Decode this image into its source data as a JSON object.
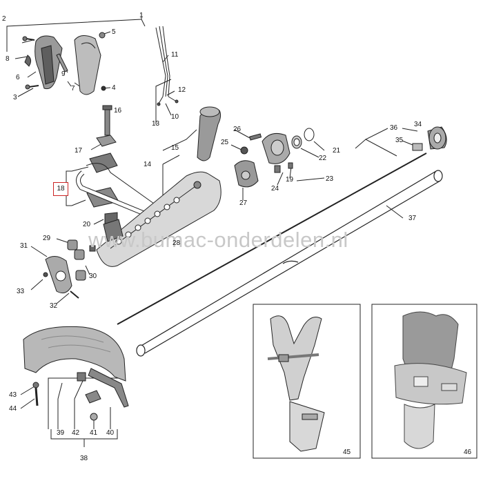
{
  "watermark": "www.bumac-onderdelen.nl",
  "highlight_label": "18",
  "labels": {
    "l1": "1",
    "l2": "2",
    "l3": "3",
    "l4": "4",
    "l5": "5",
    "l6": "6",
    "l7": "7",
    "l8": "8",
    "l9": "9",
    "l10": "10",
    "l11": "11",
    "l12": "12",
    "l13": "13",
    "l14": "14",
    "l15": "15",
    "l16": "16",
    "l17": "17",
    "l19": "19",
    "l20": "20",
    "l21": "21",
    "l22": "22",
    "l23": "23",
    "l24": "24",
    "l25": "25",
    "l26": "26",
    "l27": "27",
    "l28": "28",
    "l29": "29",
    "l30": "30",
    "l31": "31",
    "l32": "32",
    "l33": "33",
    "l34": "34",
    "l35": "35",
    "l36": "36",
    "l37": "37",
    "l38": "38",
    "l39": "39",
    "l40": "40",
    "l41": "41",
    "l42": "42",
    "l43": "43",
    "l44": "44",
    "l45": "45",
    "l46": "46"
  },
  "colors": {
    "line": "#222222",
    "part_fill": "#bdbdbd",
    "part_dark": "#7a7a7a",
    "highlight": "#cc2222"
  }
}
